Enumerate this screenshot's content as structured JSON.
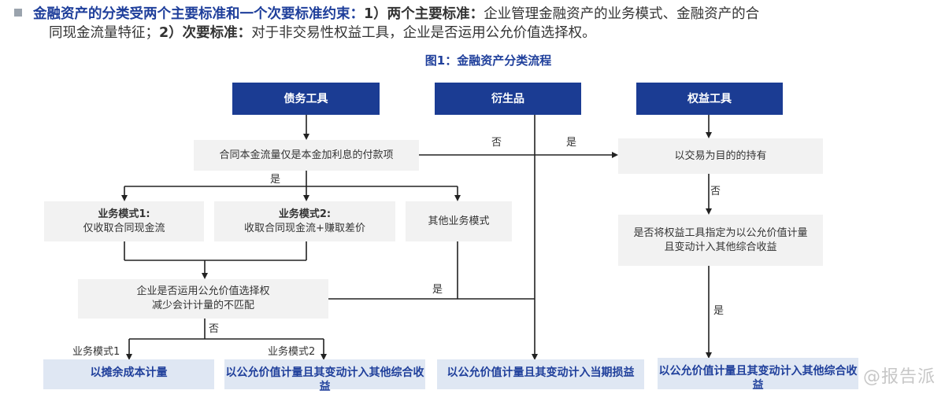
{
  "intro": {
    "part1": "金融资产的分类受两个主要标准和一个次要标准约束：",
    "part2": "1）两个主要标准：",
    "part3": "企业管理金融资产的业务模式、金融资产的合",
    "part4": "同现金流量特征；",
    "part5": "2）次要标准：",
    "part6": "对于非交易性权益工具，企业是否运用公允价值选择权。"
  },
  "figure": {
    "title": "图1：金融资产分类流程",
    "nodes": {
      "debt": "债务工具",
      "derivative": "衍生品",
      "equity": "权益工具",
      "sppi": "合同本金流量仅是本金加利息的付款项",
      "trading": "以交易为目的的持有",
      "bm1_title": "业务模式1:",
      "bm1_desc": "仅收取合同现金流",
      "bm2_title": "业务模式2:",
      "bm2_desc": "收取合同现金流+赚取差价",
      "bm_other": "其他业务模式",
      "equity_q_line1": "是否将权益工具指定为以公允价值计量",
      "equity_q_line2": "且变动计入其他综合收益",
      "fvo_line1": "企业是否运用公允价值选择权",
      "fvo_line2": "减少会计计量的不匹配",
      "res_amortized": "以摊余成本计量",
      "res_fvoci": "以公允价值计量且其变动计入其他综合收益",
      "res_fvtpl": "以公允价值计量且其变动计入当期损益",
      "res_fvoci_eq": "以公允价值计量且其变动计入其他综合收益"
    },
    "labels": {
      "no_sppi": "否",
      "yes_trading": "是",
      "yes_sppi": "是",
      "no_trading": "否",
      "yes_other": "是",
      "no_fvo": "否",
      "yes_equity": "是",
      "bm1_branch": "业务模式1",
      "bm2_branch": "业务模式2"
    }
  },
  "watermark": "@报告派"
}
